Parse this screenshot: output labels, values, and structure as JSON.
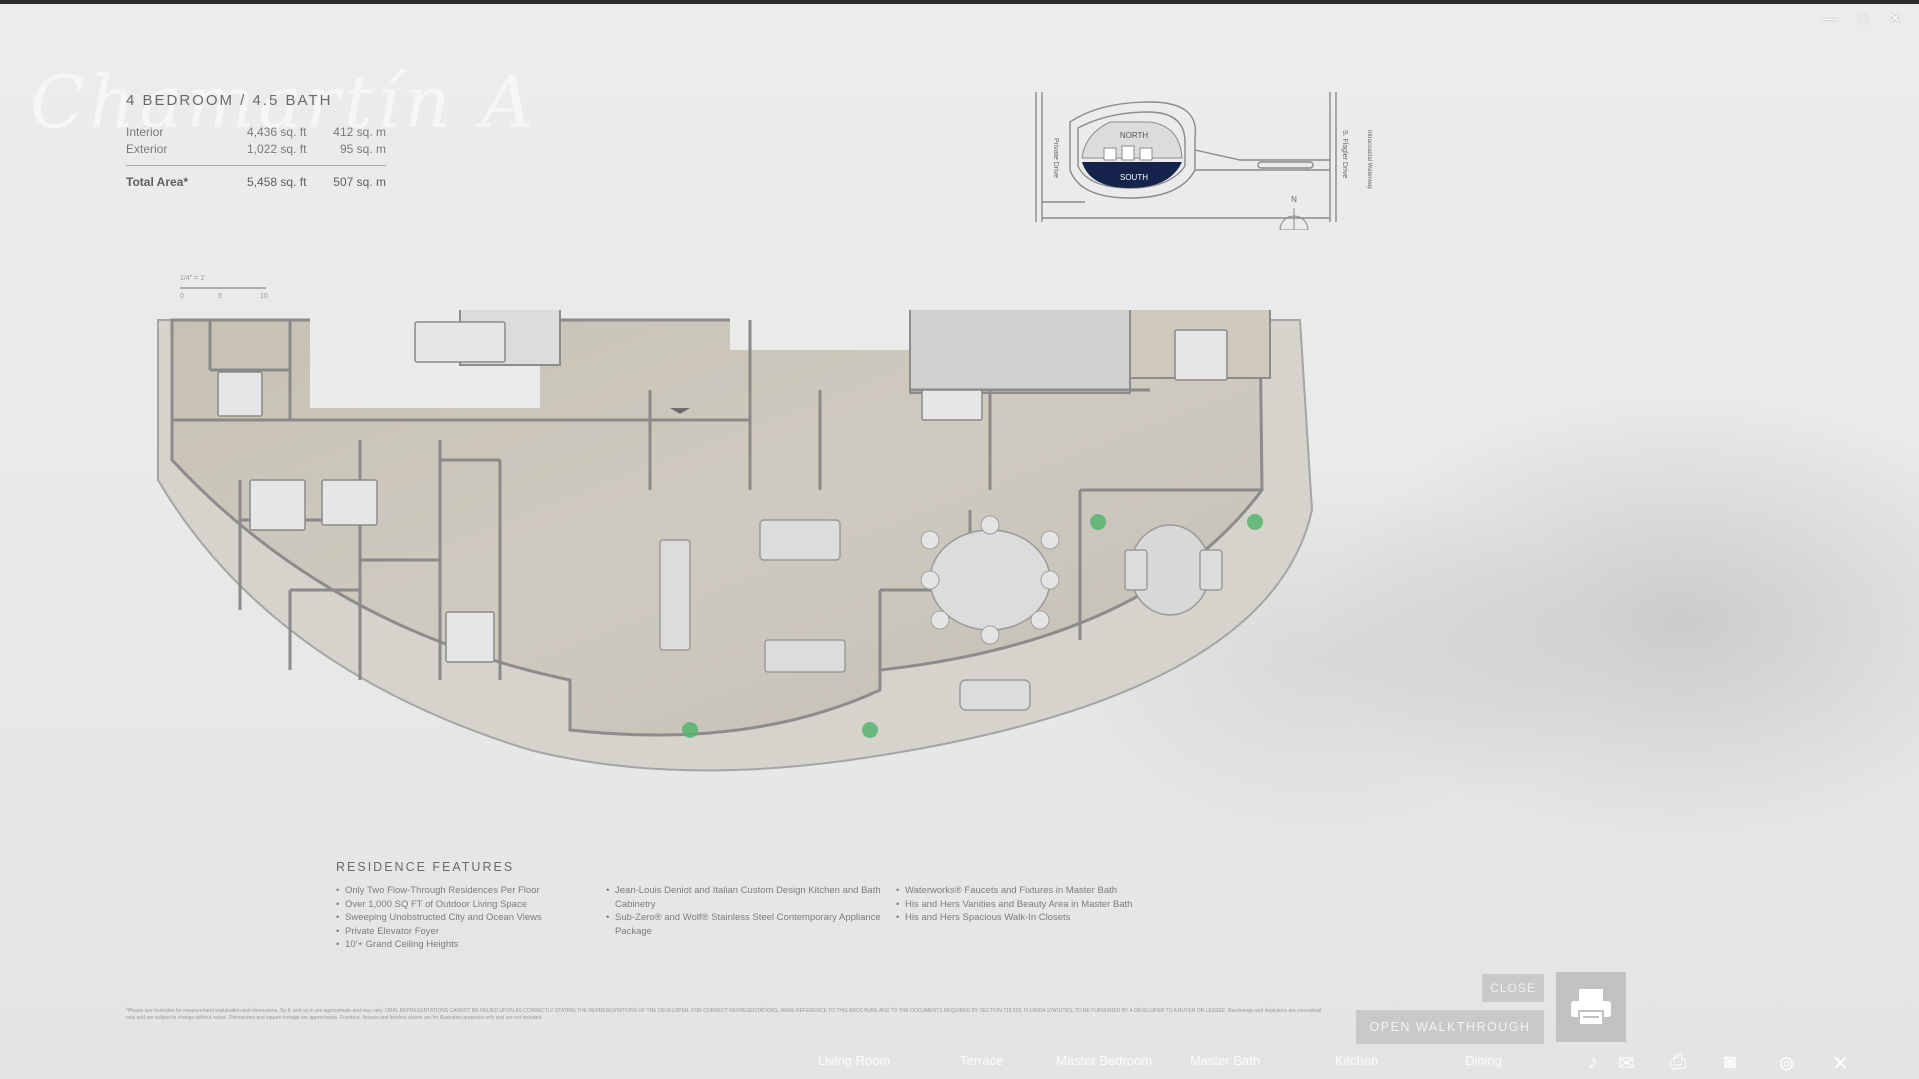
{
  "unit": {
    "ghost_title": "Chamartín A",
    "title": "4 BEDROOM / 4.5 BATH",
    "areas": [
      {
        "label": "Interior",
        "sqft": "4,436 sq. ft",
        "sqm": "412 sq. m"
      },
      {
        "label": "Exterior",
        "sqft": "1,022 sq. ft",
        "sqm": "95 sq. m"
      }
    ],
    "total": {
      "label": "Total Area*",
      "sqft": "5,458 sq. ft",
      "sqm": "507 sq. m"
    }
  },
  "keyplan": {
    "north_label": "NORTH",
    "south_label": "SOUTH",
    "street_left": "Private Drive",
    "street_right": "S. Flagler Drive",
    "waterway": "Intracoastal Waterway",
    "compass": "N",
    "highlight_color": "#14234a"
  },
  "scale": {
    "label": "1/4\" = 1'",
    "ticks": [
      "0",
      "5",
      "10"
    ]
  },
  "features": {
    "title": "RESIDENCE FEATURES",
    "col1": [
      "Only Two Flow-Through Residences Per Floor",
      "Over 1,000 SQ FT of Outdoor Living Space",
      "Sweeping Unobstructed City and Ocean Views",
      "Private Elevator Foyer",
      "10'+ Grand Ceiling Heights"
    ],
    "col2": [
      "Jean-Louis Deniot and Italian Custom Design Kitchen and Bath Cabinetry",
      "Sub-Zero® and Wolf® Stainless Steel Contemporary Appliance Package"
    ],
    "col3": [
      "Waterworks® Faucets and Fixtures in Master Bath",
      "His and Hers Vanities and Beauty Area in Master Bath",
      "His and Hers Spacious Walk-In Closets"
    ]
  },
  "disclaimer": "*Please see footnotes for measurement explanation and dimensions. Sq ft. and sq m are approximate and may vary. ORAL REPRESENTATIONS CANNOT BE RELIED UPON AS CORRECTLY STATING THE REPRESENTATIONS OF THE DEVELOPER. FOR CORRECT REPRESENTATIONS, MAKE REFERENCE TO THIS BROCHURE AND TO THE DOCUMENTS REQUIRED BY SECTION 718.503, FLORIDA STATUTES, TO BE FURNISHED BY A DEVELOPER TO A BUYER OR LESSEE. Renderings and depictions are conceptual only and are subject to change without notice. Dimensions and square footage are approximate. Furniture, fixtures and finishes shown are for illustrative purposes only and are not included.",
  "buttons": {
    "close": "CLOSE",
    "walkthrough": "OPEN WALKTHROUGH",
    "print_icon": "printer-icon"
  },
  "nav": {
    "items": [
      "Living Room",
      "Terrace",
      "Master Bedroom",
      "Master Bath",
      "Kitchen",
      "Dining"
    ],
    "icons": [
      "music-icon",
      "mail-icon",
      "print-icon",
      "camera-icon",
      "share-icon",
      "close-icon"
    ]
  },
  "window": {
    "minimize": "—",
    "maximize": "□",
    "close": "✕"
  },
  "colors": {
    "floor": "#c9c4b8",
    "wall": "#8e8e8e",
    "accent_plant": "#55b46d"
  }
}
